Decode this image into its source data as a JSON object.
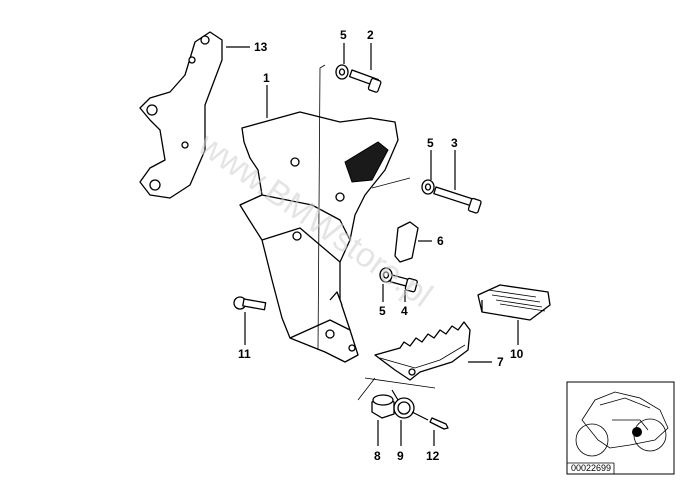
{
  "labels": [
    {
      "id": "1",
      "text": "1"
    },
    {
      "id": "2",
      "text": "2"
    },
    {
      "id": "3",
      "text": "3"
    },
    {
      "id": "4",
      "text": "4"
    },
    {
      "id": "5a",
      "text": "5"
    },
    {
      "id": "5b",
      "text": "5"
    },
    {
      "id": "5c",
      "text": "5"
    },
    {
      "id": "6",
      "text": "6"
    },
    {
      "id": "7",
      "text": "7"
    },
    {
      "id": "8",
      "text": "8"
    },
    {
      "id": "9",
      "text": "9"
    },
    {
      "id": "10",
      "text": "10"
    },
    {
      "id": "11",
      "text": "11"
    },
    {
      "id": "12",
      "text": "12"
    },
    {
      "id": "13",
      "text": "13"
    }
  ],
  "watermark": "www.BMWstore.pl",
  "reference_code": "00022699",
  "colors": {
    "ink": "#000000",
    "watermark": "#cfcfcf",
    "highlight": "#000000"
  }
}
